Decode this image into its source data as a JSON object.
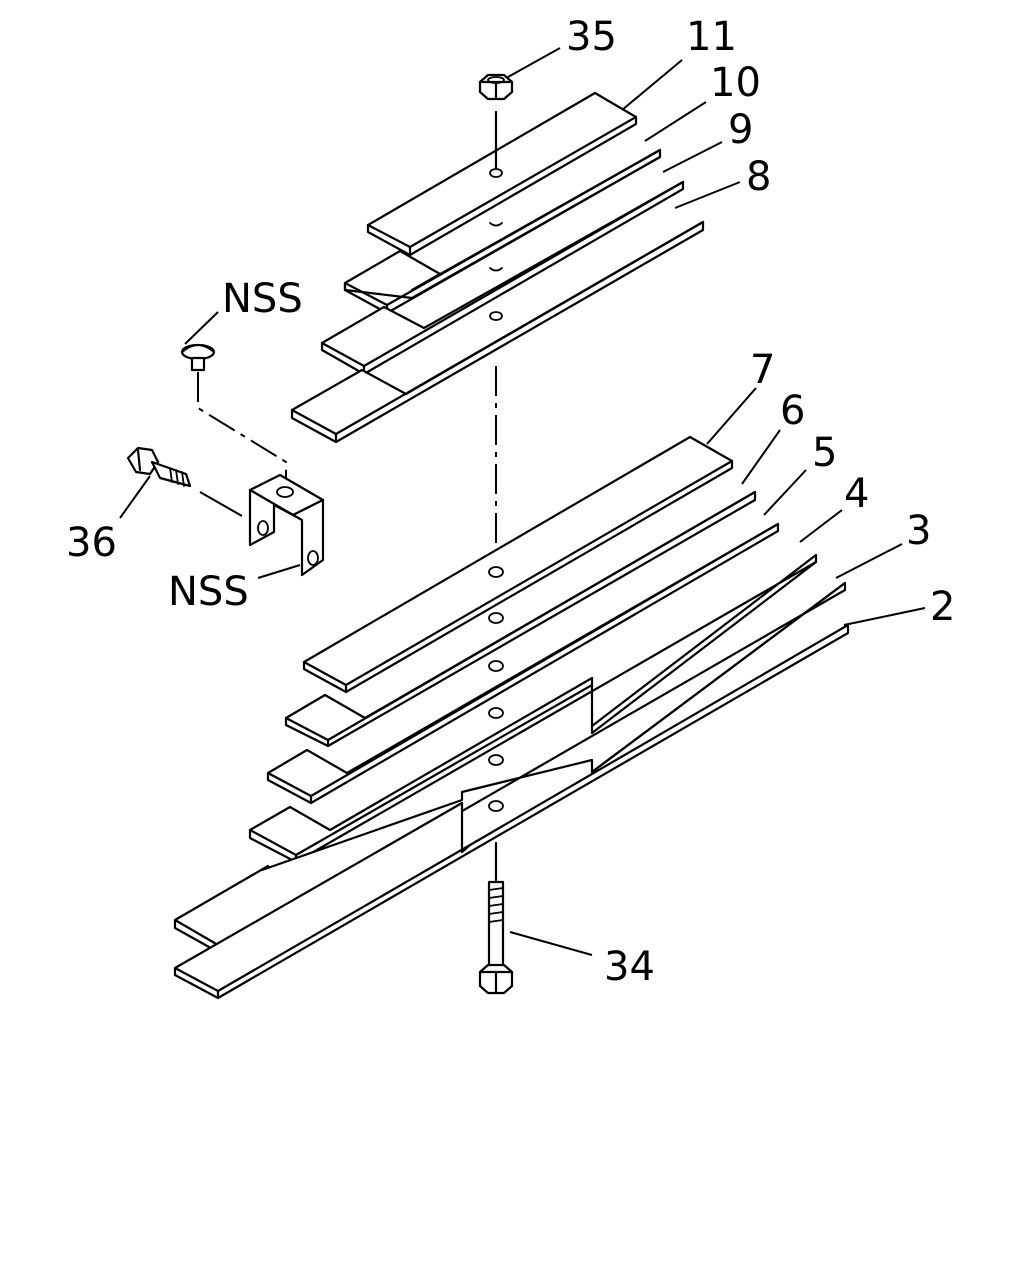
{
  "diagram": {
    "callouts": {
      "c35": "35",
      "c11": "11",
      "c10": "10",
      "c9": "9",
      "c8": "8",
      "c7": "7",
      "c6": "6",
      "c5": "5",
      "c4": "4",
      "c3": "3",
      "c2": "2",
      "c34": "34",
      "c36": "36",
      "nss_top": "NSS",
      "nss_bottom": "NSS"
    }
  }
}
